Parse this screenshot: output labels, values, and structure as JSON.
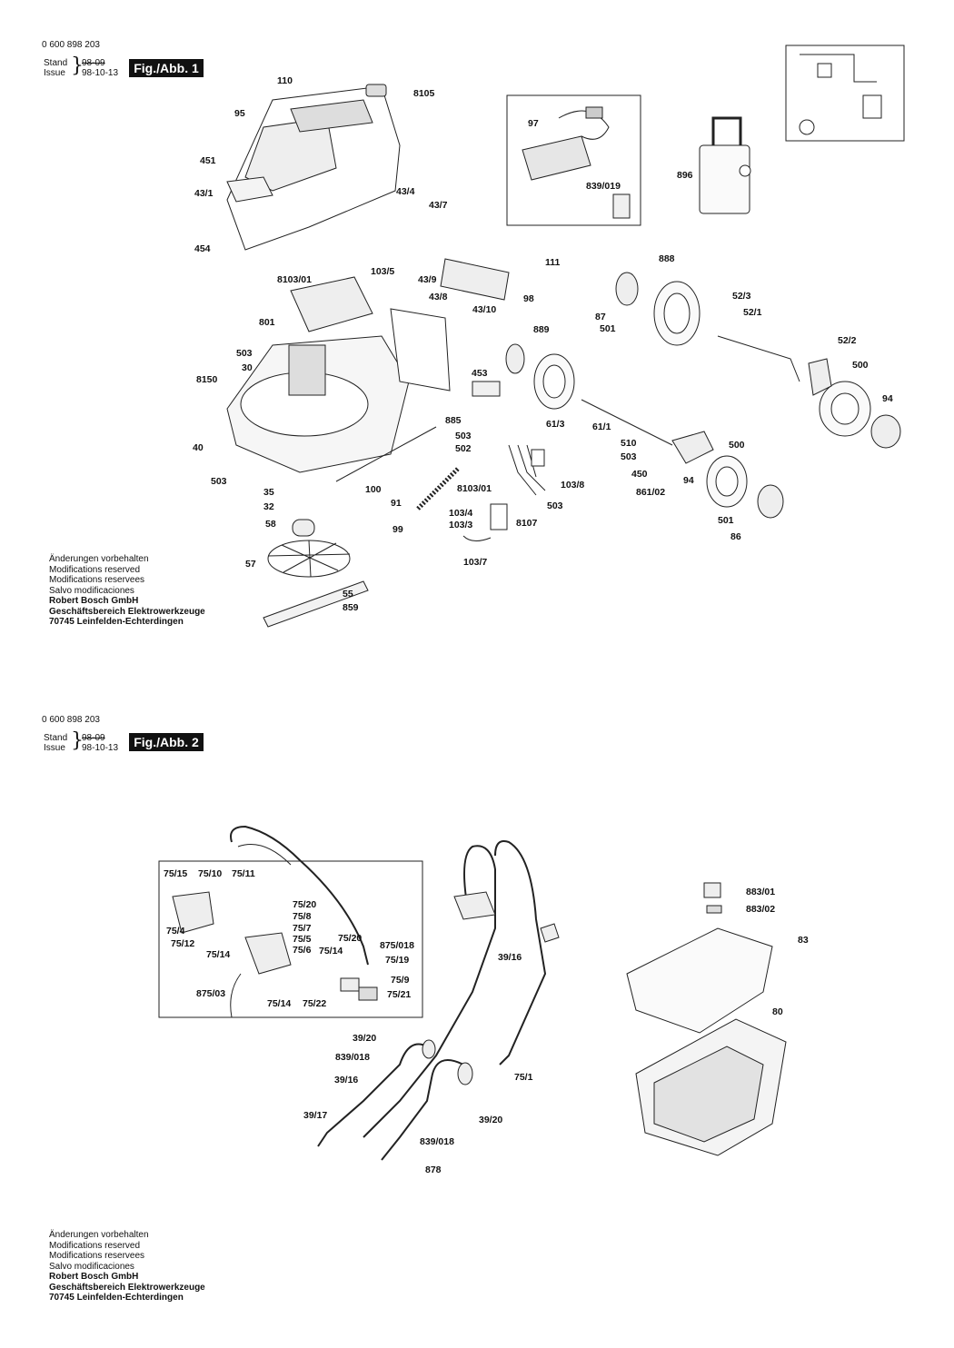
{
  "header": {
    "part_number": "0 600 898 203",
    "stand_label": "Stand",
    "issue_label": "Issue",
    "old_date": "98-09",
    "issue_date": "98-10-13"
  },
  "figures": [
    {
      "badge": "Fig./Abb. 1",
      "labels": [
        "110",
        "8105",
        "95",
        "451",
        "43/1",
        "454",
        "43/4",
        "43/7",
        "97",
        "839/019",
        "896",
        "111",
        "98",
        "8103/01",
        "103/5",
        "43/9",
        "43/8",
        "43/10",
        "801",
        "503",
        "30",
        "8150",
        "40",
        "503",
        "35",
        "32",
        "58",
        "885",
        "503",
        "502",
        "100",
        "91",
        "99",
        "8103/01",
        "103/8",
        "103/4",
        "103/3",
        "8107",
        "503",
        "103/7",
        "57",
        "55",
        "859",
        "453",
        "888",
        "87",
        "501",
        "52/3",
        "52/1",
        "889",
        "52/2",
        "500",
        "94",
        "61/3",
        "61/1",
        "510",
        "503",
        "500",
        "450",
        "94",
        "861/02",
        "501",
        "86"
      ]
    },
    {
      "badge": "Fig./Abb. 2",
      "labels": [
        "75/15",
        "75/10",
        "75/11",
        "75/20",
        "75/8",
        "75/7",
        "75/4",
        "75/5",
        "75/12",
        "75/6",
        "75/14",
        "75/20",
        "875/018",
        "75/14",
        "75/19",
        "875/03",
        "75/9",
        "75/14",
        "75/22",
        "75/21",
        "39/16",
        "39/20",
        "839/018",
        "39/16",
        "39/17",
        "75/1",
        "39/20",
        "839/018",
        "878",
        "883/01",
        "883/02",
        "83",
        "80"
      ]
    }
  ],
  "footer": {
    "lines": [
      "Änderungen vorbehalten",
      "Modifications reserved",
      "Modifications reservees",
      "Salvo modificaciones"
    ],
    "company": "Robert Bosch GmbH",
    "division": "Geschäftsbereich Elektrowerkzeuge",
    "address": "70745 Leinfelden-Echterdingen"
  }
}
